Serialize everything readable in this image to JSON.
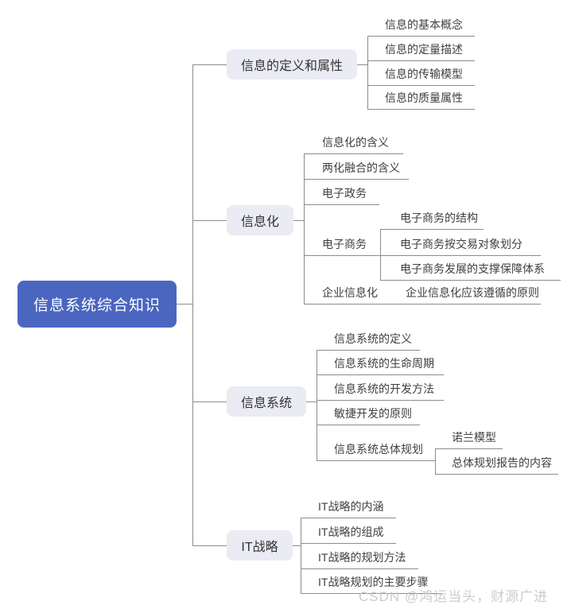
{
  "root": {
    "label": "信息系统综合知识"
  },
  "watermark": "CSDN @鸿运当头，财源广进",
  "colors": {
    "root_bg": "#4b66c0",
    "root_text": "#ffffff",
    "branch_bg": "#eaebf3",
    "branch_text": "#333333",
    "leaf_text": "#404040",
    "line": "#8c8c8c",
    "watermark_text": "#cccccc"
  },
  "branches": [
    {
      "label": "信息的定义和属性",
      "children": [
        {
          "label": "信息的基本概念"
        },
        {
          "label": "信息的定量描述"
        },
        {
          "label": "信息的传输模型"
        },
        {
          "label": "信息的质量属性"
        }
      ]
    },
    {
      "label": "信息化",
      "children": [
        {
          "label": "信息化的含义"
        },
        {
          "label": "两化融合的含义"
        },
        {
          "label": "电子政务"
        },
        {
          "label": "电子商务",
          "children": [
            {
              "label": "电子商务的结构"
            },
            {
              "label": "电子商务按交易对象划分"
            },
            {
              "label": "电子商务发展的支撑保障体系"
            }
          ]
        },
        {
          "label": "企业信息化",
          "children": [
            {
              "label": "企业信息化应该遵循的原则"
            }
          ]
        }
      ]
    },
    {
      "label": "信息系统",
      "children": [
        {
          "label": "信息系统的定义"
        },
        {
          "label": "信息系统的生命周期"
        },
        {
          "label": "信息系统的开发方法"
        },
        {
          "label": "敏捷开发的原则"
        },
        {
          "label": "信息系统总体规划",
          "children": [
            {
              "label": "诺兰模型"
            },
            {
              "label": "总体规划报告的内容"
            }
          ]
        }
      ]
    },
    {
      "label": "IT战略",
      "children": [
        {
          "label": "IT战略的内涵"
        },
        {
          "label": "IT战略的组成"
        },
        {
          "label": "IT战略的规划方法"
        },
        {
          "label": "IT战略规划的主要步骤"
        }
      ]
    }
  ]
}
